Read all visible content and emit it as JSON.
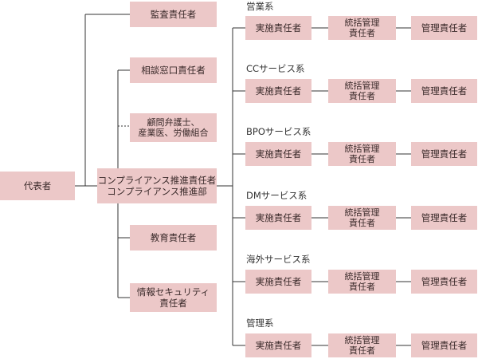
{
  "colors": {
    "box_fill": "#ecc8c8",
    "line": "#333333"
  },
  "root": "代表者",
  "center": "コンプライアンス推進責任者\nコンプライアンス推進部",
  "branches": [
    "監査責任者",
    "相談窓口責任者",
    "顧問弁護士、\n産業医、労働組合",
    "教育責任者",
    "情報セキュリティ\n責任者"
  ],
  "groups": [
    {
      "label": "営業系",
      "roles": [
        "実施責任者",
        "統括管理\n責任者",
        "管理責任者"
      ]
    },
    {
      "label": "CCサービス系",
      "roles": [
        "実施責任者",
        "統括管理\n責任者",
        "管理責任者"
      ]
    },
    {
      "label": "BPOサービス系",
      "roles": [
        "実施責任者",
        "統括管理\n責任者",
        "管理責任者"
      ]
    },
    {
      "label": "DMサービス系",
      "roles": [
        "実施責任者",
        "統括管理\n責任者",
        "管理責任者"
      ]
    },
    {
      "label": "海外サービス系",
      "roles": [
        "実施責任者",
        "統括管理\n責任者",
        "管理責任者"
      ]
    },
    {
      "label": "管理系",
      "roles": [
        "実施責任者",
        "統括管理\n責任者",
        "管理責任者"
      ]
    }
  ]
}
